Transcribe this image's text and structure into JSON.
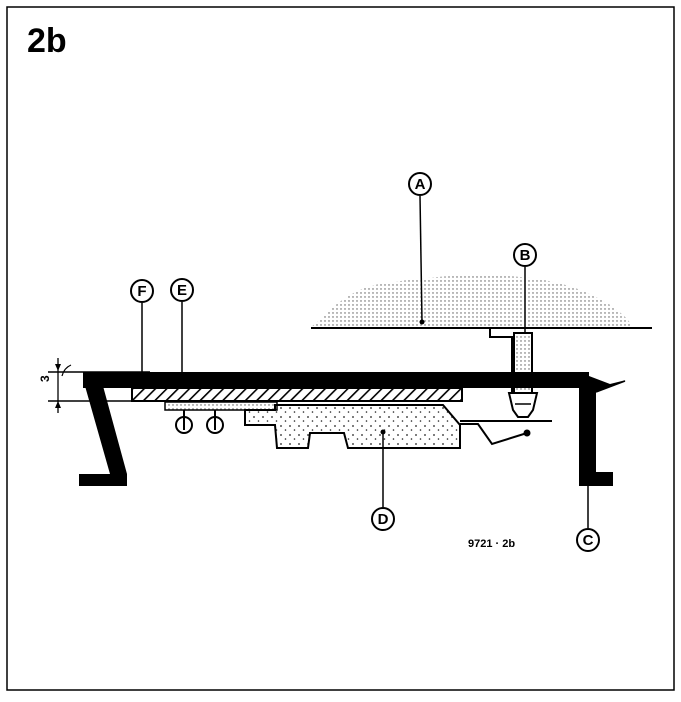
{
  "figure_label": "2b",
  "callouts": {
    "a": "A",
    "b": "B",
    "c": "C",
    "d": "D",
    "e": "E",
    "f": "F"
  },
  "dimension": "3",
  "figure_code": "9721 · 2b"
}
